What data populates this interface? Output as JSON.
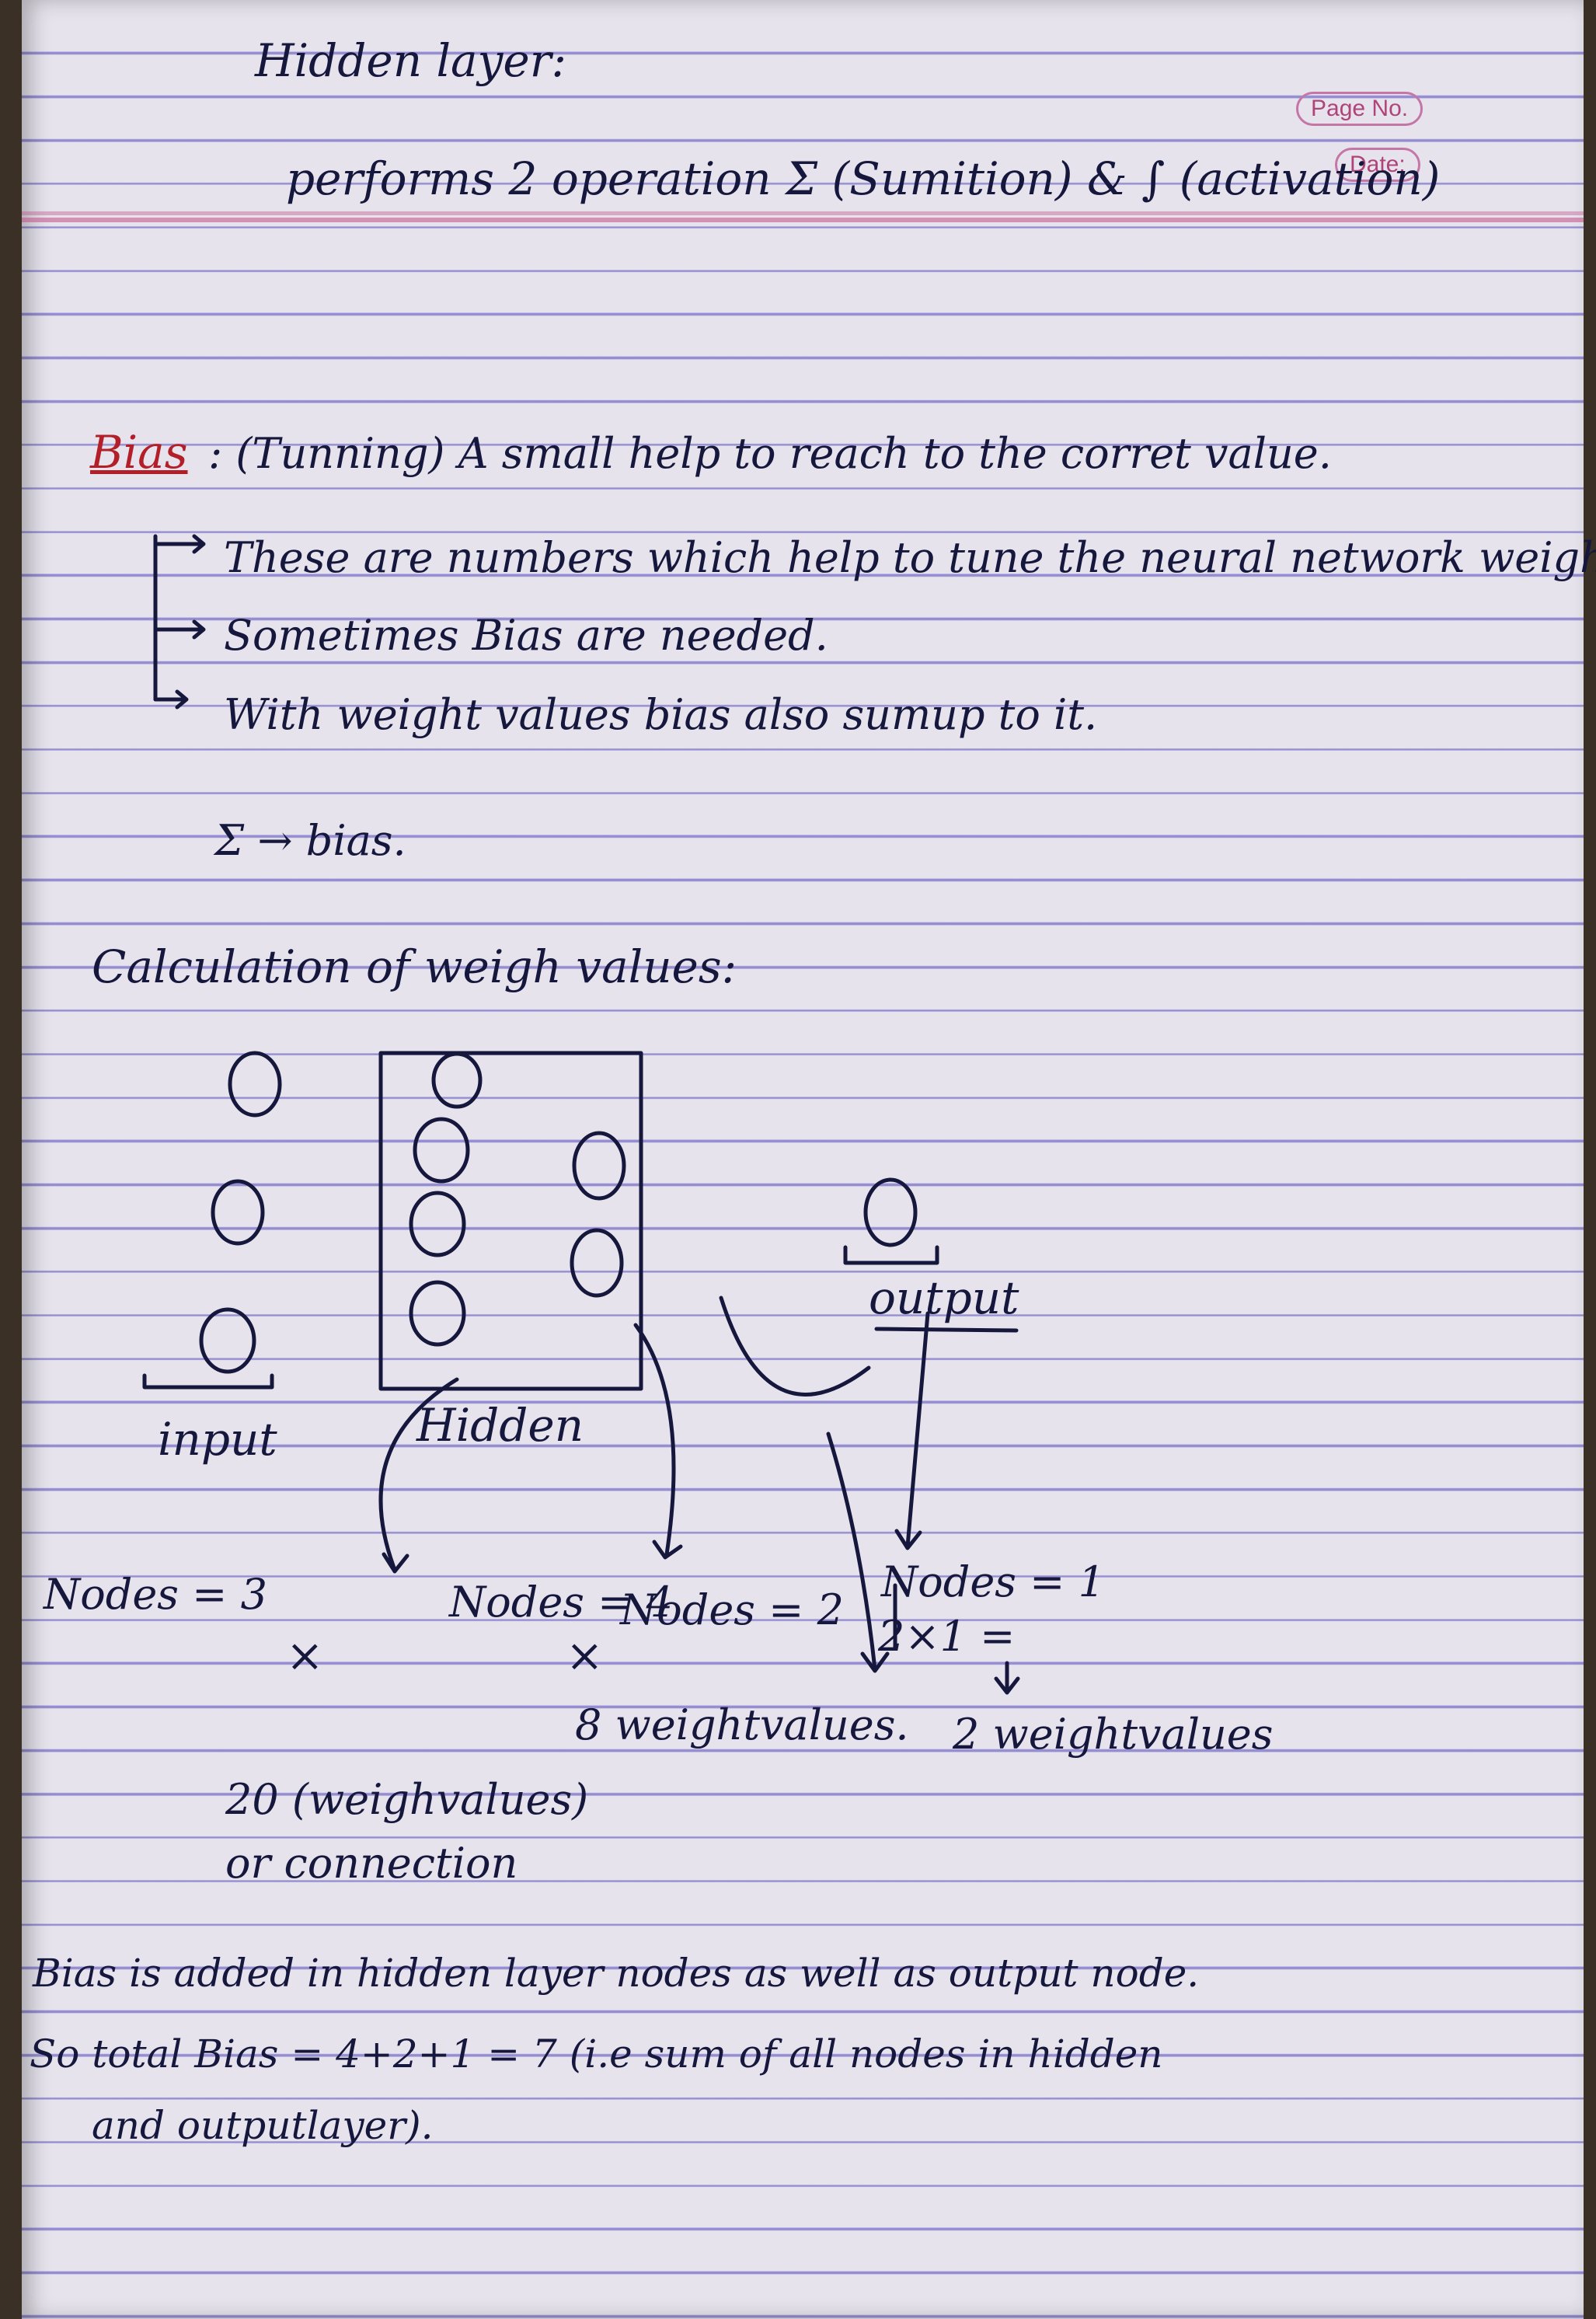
{
  "stamp": {
    "page_no": "Page No.",
    "date": "Date:"
  },
  "hidden_layer": {
    "title": "Hidden layer:",
    "operation": "performs 2 operation Σ (Sumition) & ∫ (activation)"
  },
  "bias": {
    "label": "Bias",
    "definition": ": (Tunning) A small help to reach to the corret value.",
    "points": [
      "These are numbers which help to tune the neural network weights.",
      "Sometimes Bias are needed.",
      "With weight values bias also sumup to it."
    ],
    "sum_note": "Σ → bias."
  },
  "calculation": {
    "title": "Calculation of weigh values:",
    "labels": {
      "input": "input",
      "hidden": "Hidden",
      "output": "output"
    },
    "input_nodes": "Nodes = 3",
    "hidden_nodes_1": "Nodes = 4",
    "hidden_nodes_2": "Nodes = 2",
    "output_nodes": "Nodes = 1",
    "output_calc": "2×1 =",
    "weights_8": "8 weightvalues.",
    "weights_2": "2 weightvalues",
    "weights_20": "20 (weighvalues)",
    "or_connection": "or connection",
    "multiply": "×"
  },
  "conclusion": {
    "line1": "Bias is added in hidden layer nodes as well as output node.",
    "line2": "So total Bias = 4+2+1 = 7 (i.e sum of all nodes in hidden",
    "line3": "and outputlayer)."
  },
  "colors": {
    "ink": "#16173d",
    "red_ink": "#b21f28",
    "paper": "#e6e3ec",
    "rule": "#7870c8",
    "margin": "#c34f86"
  }
}
